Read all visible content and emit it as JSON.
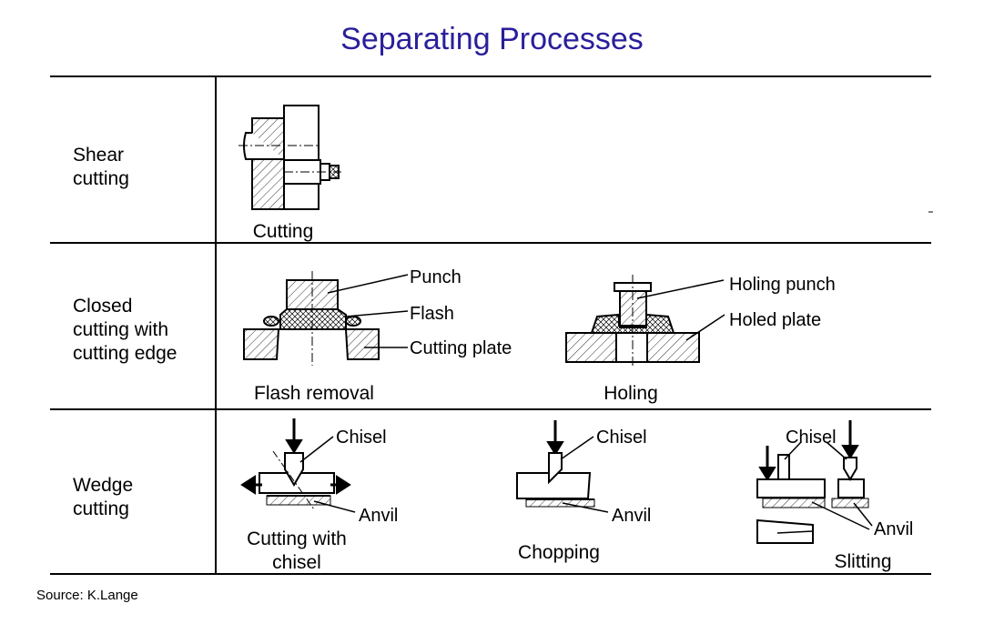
{
  "title": "Separating Processes",
  "rows": [
    {
      "label_lines": [
        "Shear",
        "cutting"
      ],
      "diagrams": [
        {
          "caption_lines": [
            "Cutting"
          ],
          "labels": []
        }
      ]
    },
    {
      "label_lines": [
        "Closed",
        "cutting with",
        "cutting edge"
      ],
      "diagrams": [
        {
          "caption_lines": [
            "Flash removal"
          ],
          "labels": [
            "Punch",
            "Flash",
            "Cutting plate"
          ]
        },
        {
          "caption_lines": [
            "Holing"
          ],
          "labels": [
            "Holing punch",
            "Holed plate"
          ]
        }
      ]
    },
    {
      "label_lines": [
        "Wedge",
        "cutting"
      ],
      "diagrams": [
        {
          "caption_lines": [
            "Cutting with",
            "chisel"
          ],
          "labels": [
            "Chisel",
            "Anvil"
          ]
        },
        {
          "caption_lines": [
            "Chopping"
          ],
          "labels": [
            "Chisel",
            "Anvil"
          ]
        },
        {
          "caption_lines": [
            "Slitting"
          ],
          "labels": [
            "Chisel",
            "Anvil"
          ]
        }
      ]
    }
  ],
  "source": "Source: K.Lange"
}
